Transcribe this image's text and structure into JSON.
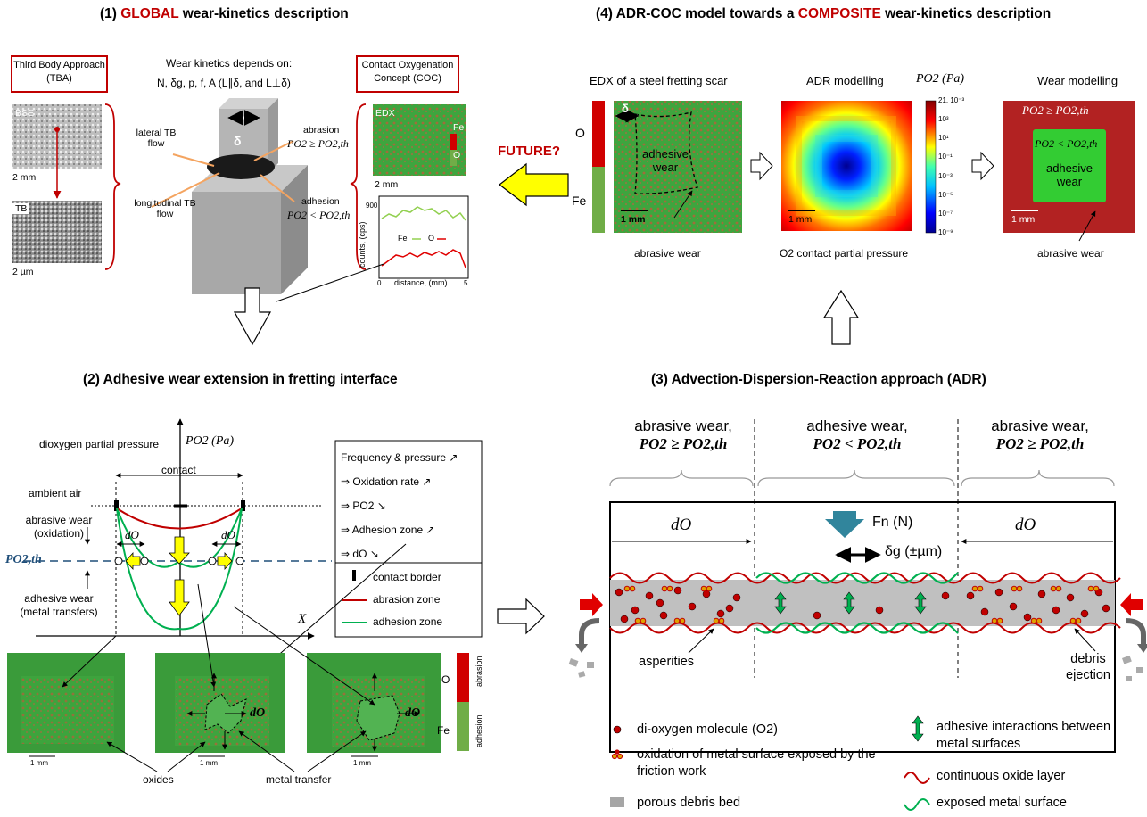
{
  "colors": {
    "accent_red": "#c00000",
    "abrasion_zone": "#c00000",
    "adhesion_zone": "#00b050",
    "threshold": "#1f4e79",
    "fe_green": "#70ad47",
    "force_arrow": "#31859c",
    "future_arrow": "#ffff00"
  },
  "titles": {
    "p1_prefix": "(1) ",
    "p1_emph": "GLOBAL",
    "p1_suffix": " wear-kinetics description",
    "p4_prefix": "(4) ADR-COC model towards a ",
    "p4_emph": "COMPOSITE",
    "p4_suffix": " wear-kinetics description",
    "p2": "(2) Adhesive wear extension in fretting interface",
    "p3": "(3) Advection-Dispersion-Reaction approach (ADR)"
  },
  "panel1": {
    "tba": "Third Body Approach (TBA)",
    "coc": "Contact Oxygenation Concept (COC)",
    "depends": "Wear kinetics depends on:",
    "params": "N, δg, p, f, A (L∥δ, and L⊥δ)",
    "bse": "BSE",
    "tb": "TB",
    "scale_2mm": "2 mm",
    "scale_2um": "2 µm",
    "delta": "δ",
    "lateral": "lateral TB flow",
    "longitudinal": "longitudinal TB flow",
    "abrasion": "abrasion",
    "abrasion_cond": "PO2 ≥ PO2,th",
    "adhesion": "adhesion",
    "adhesion_cond": "PO2 < PO2,th",
    "edx": "EDX",
    "fe": "Fe",
    "o": "O",
    "graph": {
      "ymax": "900",
      "ylabel": "counts, (cps)",
      "xlabel": "distance, (mm)",
      "x0": "0",
      "x1": "5",
      "leg_fe": "Fe",
      "leg_o": "O"
    }
  },
  "panel4": {
    "future": "FUTURE?",
    "edx_title": "EDX of a steel fretting scar",
    "adr_title": "ADR modelling",
    "wear_title": "Wear modelling",
    "o": "O",
    "fe": "Fe",
    "delta": "δ",
    "scale": "1 mm",
    "adhesive_wear": "adhesive wear",
    "abrasive_wear": "abrasive wear",
    "po2_label": "PO2 (Pa)",
    "colorbar_ticks": [
      "21. 10⁻³",
      "10³",
      "10¹",
      "10⁻¹",
      "10⁻³",
      "10⁻⁵",
      "10⁻⁷",
      "10⁻⁹"
    ],
    "o2_pressure": "O2 contact partial pressure",
    "cond_high": "PO2 ≥ PO2,th",
    "cond_low": "PO2 < PO2,th"
  },
  "panel2": {
    "y_axis": "dioxygen partial pressure",
    "y_sym": "PO2 (Pa)",
    "contact": "contact",
    "ambient": "ambient air",
    "abrasive": "abrasive wear (oxidation)",
    "threshold": "PO2,th",
    "adhesive": "adhesive wear (metal transfers)",
    "x_axis": "X",
    "d_o": "dO",
    "box": [
      "Frequency & pressure ↗",
      "⇒ Oxidation rate ↗",
      "⇒ PO2 ↘",
      "⇒ Adhesion zone ↗",
      "⇒ dO ↘"
    ],
    "legend": [
      "contact border",
      "abrasion zone",
      "adhesion zone"
    ],
    "oxides": "oxides",
    "metal_transfer": "metal transfer",
    "scale": "1 mm",
    "o": "O",
    "fe": "Fe",
    "abrasion_v": "abrasion",
    "adhesion_v": "adhesion"
  },
  "panel3": {
    "abrasive_hdr": "abrasive wear,",
    "adhesive_hdr": "adhesive wear,",
    "cond_high": "PO2 ≥ PO2,th",
    "cond_low": "PO2 < PO2,th",
    "d_o": "dO",
    "fn": "Fn (N)",
    "dg": "δg (±µm)",
    "asperities": "asperities",
    "debris": "debris ejection",
    "legend": [
      "di-oxygen molecule (O2)",
      "oxidation of metal surface exposed by the friction work",
      "porous debris bed",
      "adhesive interactions between metal surfaces",
      "continuous oxide layer",
      "exposed metal surface"
    ]
  }
}
